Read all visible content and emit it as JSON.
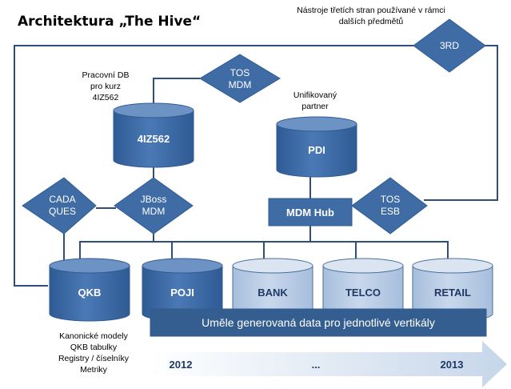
{
  "title": "Architektura „The Hive“",
  "notes": {
    "third_party": [
      "Nástroje třetích stran používané v rámci",
      "dalších předmětů"
    ],
    "work_db": [
      "Pracovní DB",
      "pro kurz",
      "4IZ562"
    ],
    "unified_partner": [
      "Unifikovaný",
      "partner"
    ],
    "canonical": [
      "Kanonické modely",
      "QKB tabulky",
      "Registry / číselníky",
      "Metriky"
    ]
  },
  "databases": {
    "izdb": "4IZ562",
    "pdi": "PDI",
    "qkb": "QKB",
    "poji": "POJI",
    "bank": "BANK",
    "telco": "TELCO",
    "retail": "RETAIL"
  },
  "diamonds": {
    "tos_mdm": [
      "TOS",
      "MDM"
    ],
    "cada_ques": [
      "CADA",
      "QUES"
    ],
    "jboss_mdm": [
      "JBoss",
      "MDM"
    ],
    "tos_esb": [
      "TOS",
      "ESB"
    ],
    "third": [
      "3RD"
    ]
  },
  "hub": "MDM Hub",
  "banner": "Uměle generovaná data pro jednotlivé vertikály",
  "timeline": {
    "start": "2012",
    "middle": "...",
    "end": "2013"
  },
  "colors": {
    "dark_blue": "#3f6ca5",
    "light_blue": "#b8cce4",
    "banner": "#345e8f",
    "arrow": "#dbe5f1",
    "line": "#2f4f7a"
  }
}
